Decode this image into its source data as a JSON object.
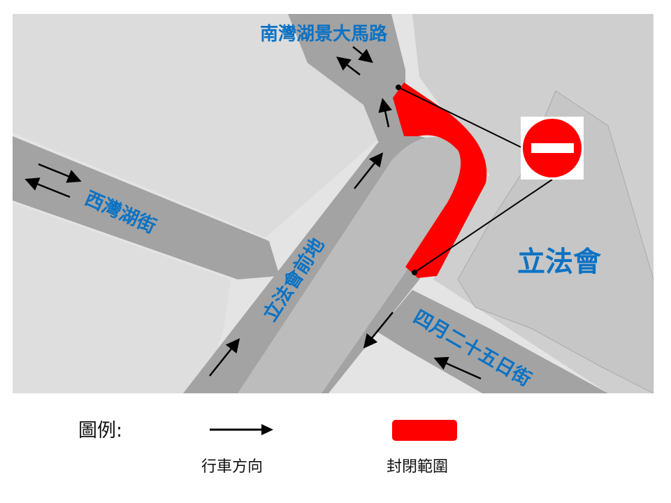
{
  "map": {
    "street_labels": {
      "north_road": "南灣湖景大馬路",
      "west_road": "西灣湖街",
      "center_road": "立法會前地",
      "southeast_road": "四月二十五日街"
    },
    "building_label": "立法會",
    "sign": "no-entry-sign"
  },
  "legend": {
    "title": "圖例:",
    "direction_label": "行車方向",
    "closure_label": "封閉範圍"
  },
  "colors": {
    "label_blue": "#0b72c4",
    "closure_red": "#ff0000",
    "road": "#a3a3a3"
  }
}
